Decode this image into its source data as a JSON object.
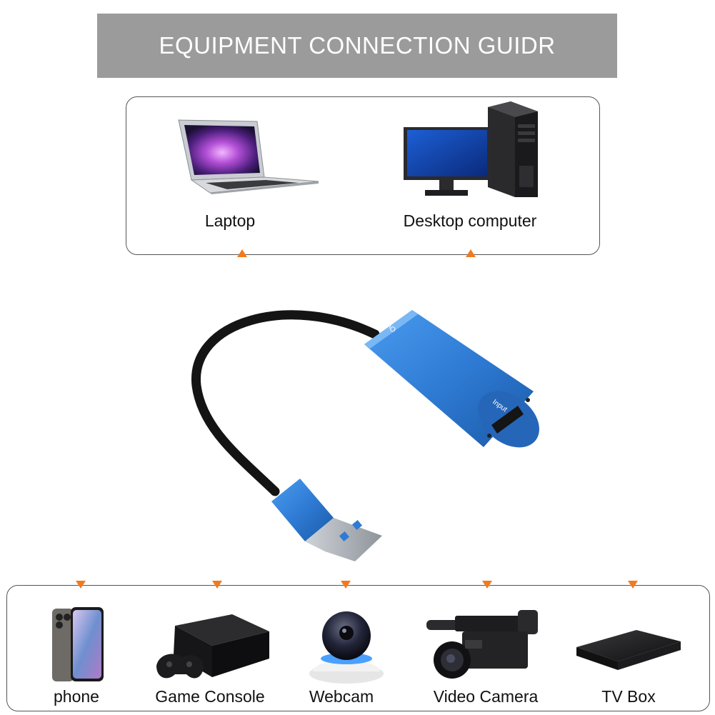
{
  "header": {
    "title": "EQUIPMENT CONNECTION GUIDR"
  },
  "top_devices": [
    {
      "label": "Laptop",
      "icon": "laptop-icon"
    },
    {
      "label": "Desktop computer",
      "icon": "desktop-computer-icon"
    }
  ],
  "adapter": {
    "output_label": "Output",
    "input_label": "Input",
    "color": "#2f7bd4"
  },
  "bottom_devices": [
    {
      "label": "phone",
      "icon": "phone-icon"
    },
    {
      "label": "Game Console",
      "icon": "game-console-icon"
    },
    {
      "label": "Webcam",
      "icon": "webcam-icon"
    },
    {
      "label": "Video Camera",
      "icon": "video-camera-icon"
    },
    {
      "label": "TV Box",
      "icon": "tv-box-icon"
    }
  ],
  "colors": {
    "title_bg": "#9b9b9b",
    "arrow": "#f07a1f",
    "adapter_blue": "#2f7bd4"
  }
}
